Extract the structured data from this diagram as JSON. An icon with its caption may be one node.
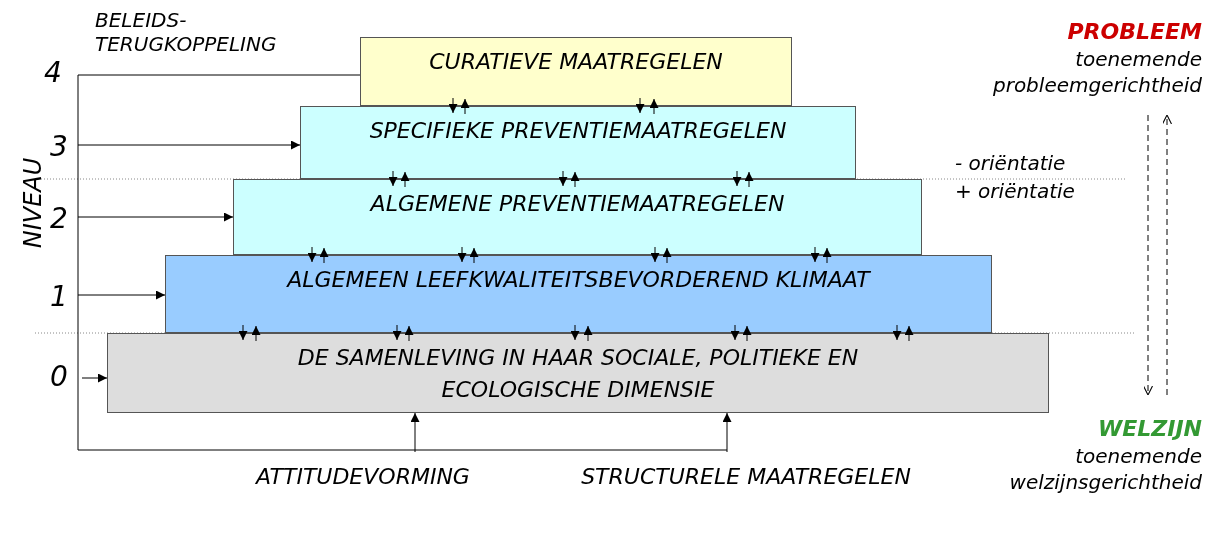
{
  "diagram": {
    "nodes": [
      {
        "text": [
          "CURATIEVE MAATREGELEN"
        ]
      },
      {
        "text": [
          "SPECIFIEKE PREVENTIEMAATREGELEN"
        ]
      },
      {
        "text": [
          "ALGEMENE PREVENTIEMAATREGELEN"
        ]
      },
      {
        "text": [
          "ALGEMEEN LEEFKWALITEITSBEVORDEREND KLIMAAT"
        ]
      },
      {
        "text": [
          "DE SAMENLEVING IN HAAR SOCIALE, POLITIEKE EN ECOLOGISCHE DIMENSIE"
        ]
      },
      {
        "text": [
          "ATTITUDEVORMING"
        ]
      },
      {
        "text": [
          "STRUCTURELE MAATREGELEN"
        ]
      },
      {
        "text": [
          "PROBLEEM",
          "toenemende probleemgerichtheid"
        ]
      },
      {
        "text": [
          "WELZIJN",
          "toenemende welzijnsgerichtheid"
        ]
      }
    ],
    "edges": [
      {
        "from": 0,
        "to": 1,
        "arrow": "to"
      },
      {
        "from": 1,
        "to": 0,
        "arrow": "to"
      },
      {
        "from": 0,
        "to": 1,
        "arrow": "to"
      },
      {
        "from": 1,
        "to": 0,
        "arrow": "to"
      },
      {
        "from": 1,
        "to": 2,
        "arrow": "to"
      },
      {
        "from": 2,
        "to": 1,
        "arrow": "to"
      },
      {
        "from": 1,
        "to": 2,
        "arrow": "to"
      },
      {
        "from": 2,
        "to": 1,
        "arrow": "to"
      },
      {
        "from": 1,
        "to": 2,
        "arrow": "to"
      },
      {
        "from": 2,
        "to": 1,
        "arrow": "to"
      },
      {
        "from": 2,
        "to": 3,
        "arrow": "to"
      },
      {
        "from": 3,
        "to": 2,
        "arrow": "to"
      },
      {
        "from": 2,
        "to": 3,
        "arrow": "to"
      },
      {
        "from": 3,
        "to": 2,
        "arrow": "to"
      },
      {
        "from": 2,
        "to": 3,
        "arrow": "to"
      },
      {
        "from": 3,
        "to": 2,
        "arrow": "to"
      },
      {
        "from": 2,
        "to": 3,
        "arrow": "to"
      },
      {
        "from": 3,
        "to": 2,
        "arrow": "to"
      },
      {
        "from": 3,
        "to": 4,
        "arrow": "to"
      },
      {
        "from": 4,
        "to": 3,
        "arrow": "to"
      },
      {
        "from": 3,
        "to": 4,
        "arrow": "to"
      },
      {
        "from": 4,
        "to": 3,
        "arrow": "to"
      },
      {
        "from": 3,
        "to": 4,
        "arrow": "to"
      },
      {
        "from": 4,
        "to": 3,
        "arrow": "to"
      },
      {
        "from": 3,
        "to": 4,
        "arrow": "to"
      },
      {
        "from": 4,
        "to": 3,
        "arrow": "to"
      },
      {
        "from": 3,
        "to": 4,
        "arrow": "to"
      },
      {
        "from": 4,
        "to": 3,
        "arrow": "to"
      },
      {
        "from": null,
        "to": 0,
        "arrow": "none"
      },
      {
        "from": null,
        "to": 1,
        "arrow": "to"
      },
      {
        "from": null,
        "to": 2,
        "arrow": "to"
      },
      {
        "from": null,
        "to": 3,
        "arrow": "to"
      },
      {
        "from": null,
        "to": 4,
        "arrow": "to"
      },
      {
        "from": 5,
        "to": 4,
        "arrow": "to"
      },
      {
        "from": 6,
        "to": 4,
        "arrow": "to"
      },
      {
        "from": 7,
        "to": 8,
        "arrow": "to",
        "style": "dashed"
      },
      {
        "from": 8,
        "to": 7,
        "arrow": "to",
        "style": "dashed"
      }
    ],
    "labels": [
      "BELEIDS- TERUGKOPPELING",
      "4",
      "3",
      "NIVEAU",
      "2",
      "1",
      "0",
      "- oriëntatie",
      "+ oriëntatie"
    ]
  }
}
